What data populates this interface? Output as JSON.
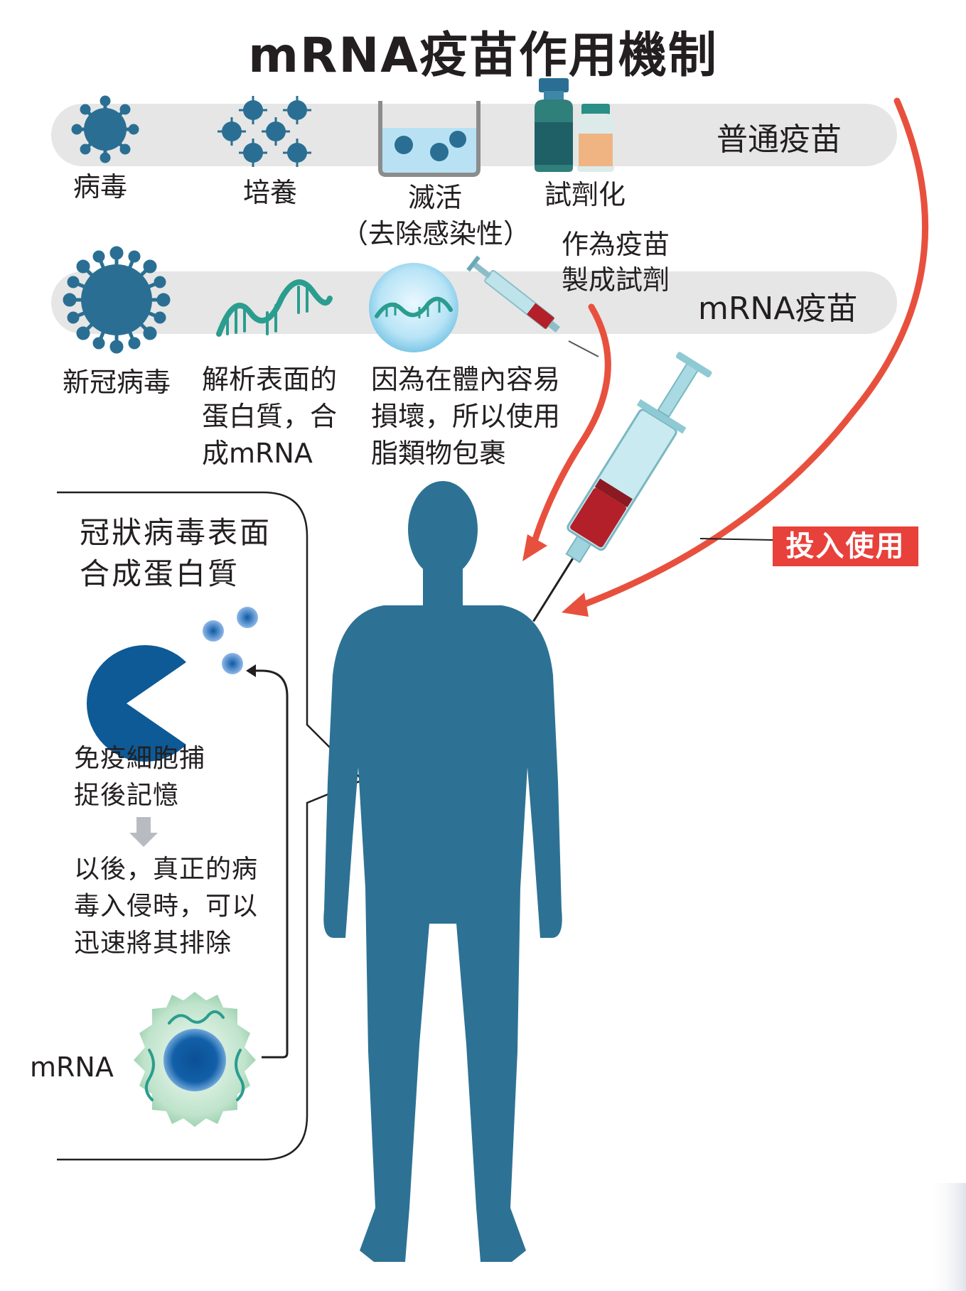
{
  "title": "mRNA疫苗作用機制",
  "traditional": {
    "track_label": "普通疫苗",
    "steps": [
      "病毒",
      "培養",
      "滅活",
      "（去除感染性）",
      "試劑化"
    ],
    "note": [
      "作為疫苗",
      "製成試劑"
    ]
  },
  "mrna": {
    "track_label": "mRNA疫苗",
    "virus_label": "新冠病毒",
    "step2": [
      "解析表面的",
      "蛋白質，合",
      "成mRNA"
    ],
    "step3": [
      "因為在體內容易",
      "損壞，所以使用",
      "脂類物包裹"
    ]
  },
  "badge": "投入使用",
  "callout": {
    "title": [
      "冠狀病毒表面",
      "合成蛋白質"
    ],
    "capture": [
      "免疫細胞捕",
      "捉後記憶"
    ],
    "result": [
      "以後，真正的病",
      "毒入侵時，可以",
      "迅速將其排除"
    ],
    "mrna_label": "mRNA"
  },
  "colors": {
    "track": "#e6e6e6",
    "virus": "#2a6f93",
    "body": "#2d7294",
    "arrow": "#e8503e",
    "dna": "#2a9d8f",
    "macrophage": "#0d5a97",
    "badge": "#e8403a"
  }
}
